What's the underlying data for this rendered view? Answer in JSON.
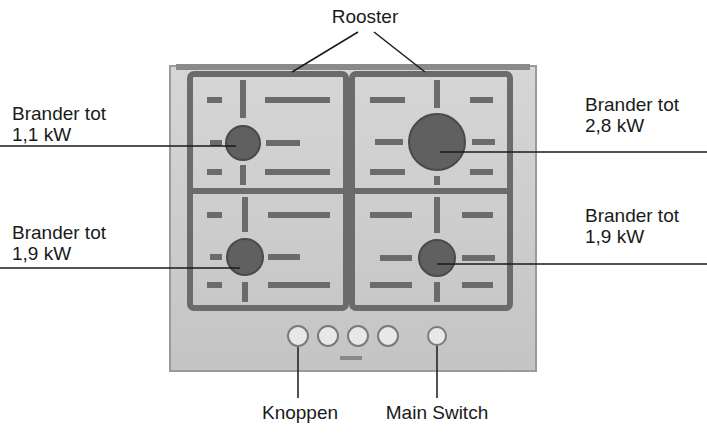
{
  "diagram": {
    "labels": [
      "Rooster",
      "Brander tot 1,1 kW",
      "Brander tot 2,8 kW",
      "Brander tot 1,9 kW",
      "Brander tot 1,9 kW",
      "Knoppen",
      "Main Switch"
    ]
  }
}
